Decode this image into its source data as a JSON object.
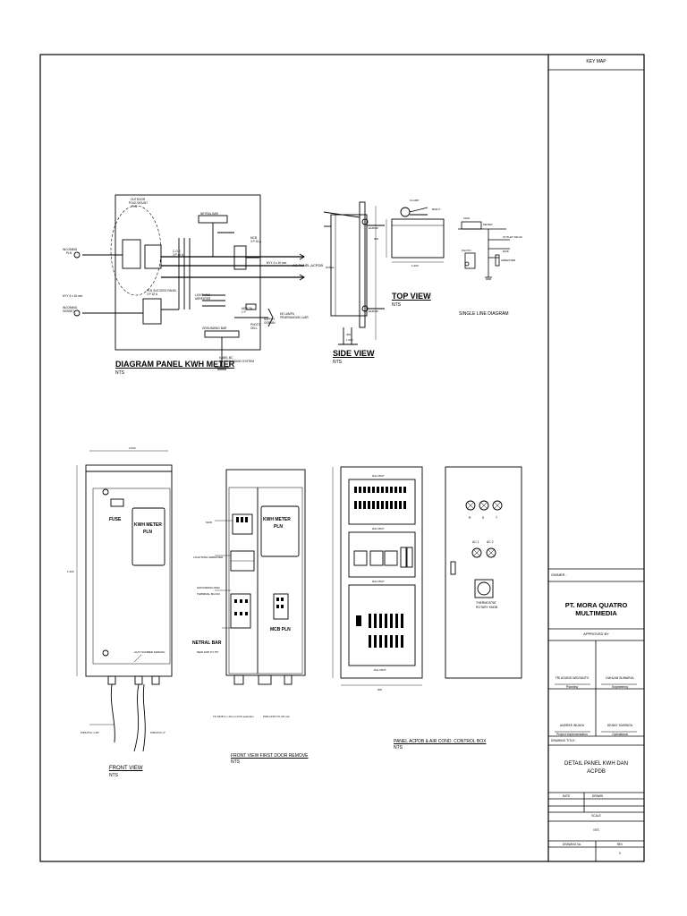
{
  "title_block": {
    "key_map": "KEY MAP",
    "owner_label": "OWNER :",
    "owner": "PT. MORA QUATRO MULTIMEDIA",
    "approved_by": "APPROVED BY",
    "sign1_name": "TRI AGUNG WIDYANTO",
    "sign1_role": "Planning",
    "sign2_name": "DAHLAN SUWARJA",
    "sign2_role": "Engineering",
    "sign3_name": "ANDREE WIJAYA",
    "sign3_role": "Project Implementation",
    "sign4_name": "DENNY SUBRATA",
    "sign4_role": "Operational",
    "drawing_title_label": "DRAWING TITLE :",
    "drawing_title_line1": "DETAIL PANEL KWH DAN",
    "drawing_title_line2": "ACPDB",
    "date_label": "DATE",
    "drawn_label": "DRAWN",
    "scale_label": "SCALE",
    "scale_value": "NTS",
    "drawing_no_label": "DRAWING No.",
    "rev_label": "REV",
    "rev_value": "0"
  },
  "views": {
    "diagram_title": "DIAGRAM PANEL KWH METER",
    "diagram_scale": "NTS",
    "side_view_title": "SIDE VIEW",
    "side_view_scale": "NTS",
    "top_view_title": "TOP VIEW",
    "top_view_scale": "NTS",
    "sld_title": "SINGLE LINE DIAGRAM",
    "front_view_title": "FRONT VIEW",
    "front_view_scale": "NTS",
    "front_first_title": "FRONT VIEW FIRST DOOR REMOVE",
    "front_first_scale": "NTS",
    "panel_title": "PANEL ACPDB & AIR COND. CONTROL BOX",
    "panel_scale": "NTS"
  },
  "labels": {
    "kwh_meter": "KWH METER",
    "pln": "PLN",
    "fuse": "FUSE",
    "netral_bar": "NETRAL BAR",
    "mcb_pln": "MCB PLN",
    "mcb": "MCB",
    "acpdb": "AC PANEL ACPDB",
    "grounding_bar": "GROUNDING BAR",
    "lamp_r": "R",
    "lamp_s": "S",
    "lamp_t": "T",
    "ac1": "AC 1",
    "ac2": "AC 2"
  }
}
